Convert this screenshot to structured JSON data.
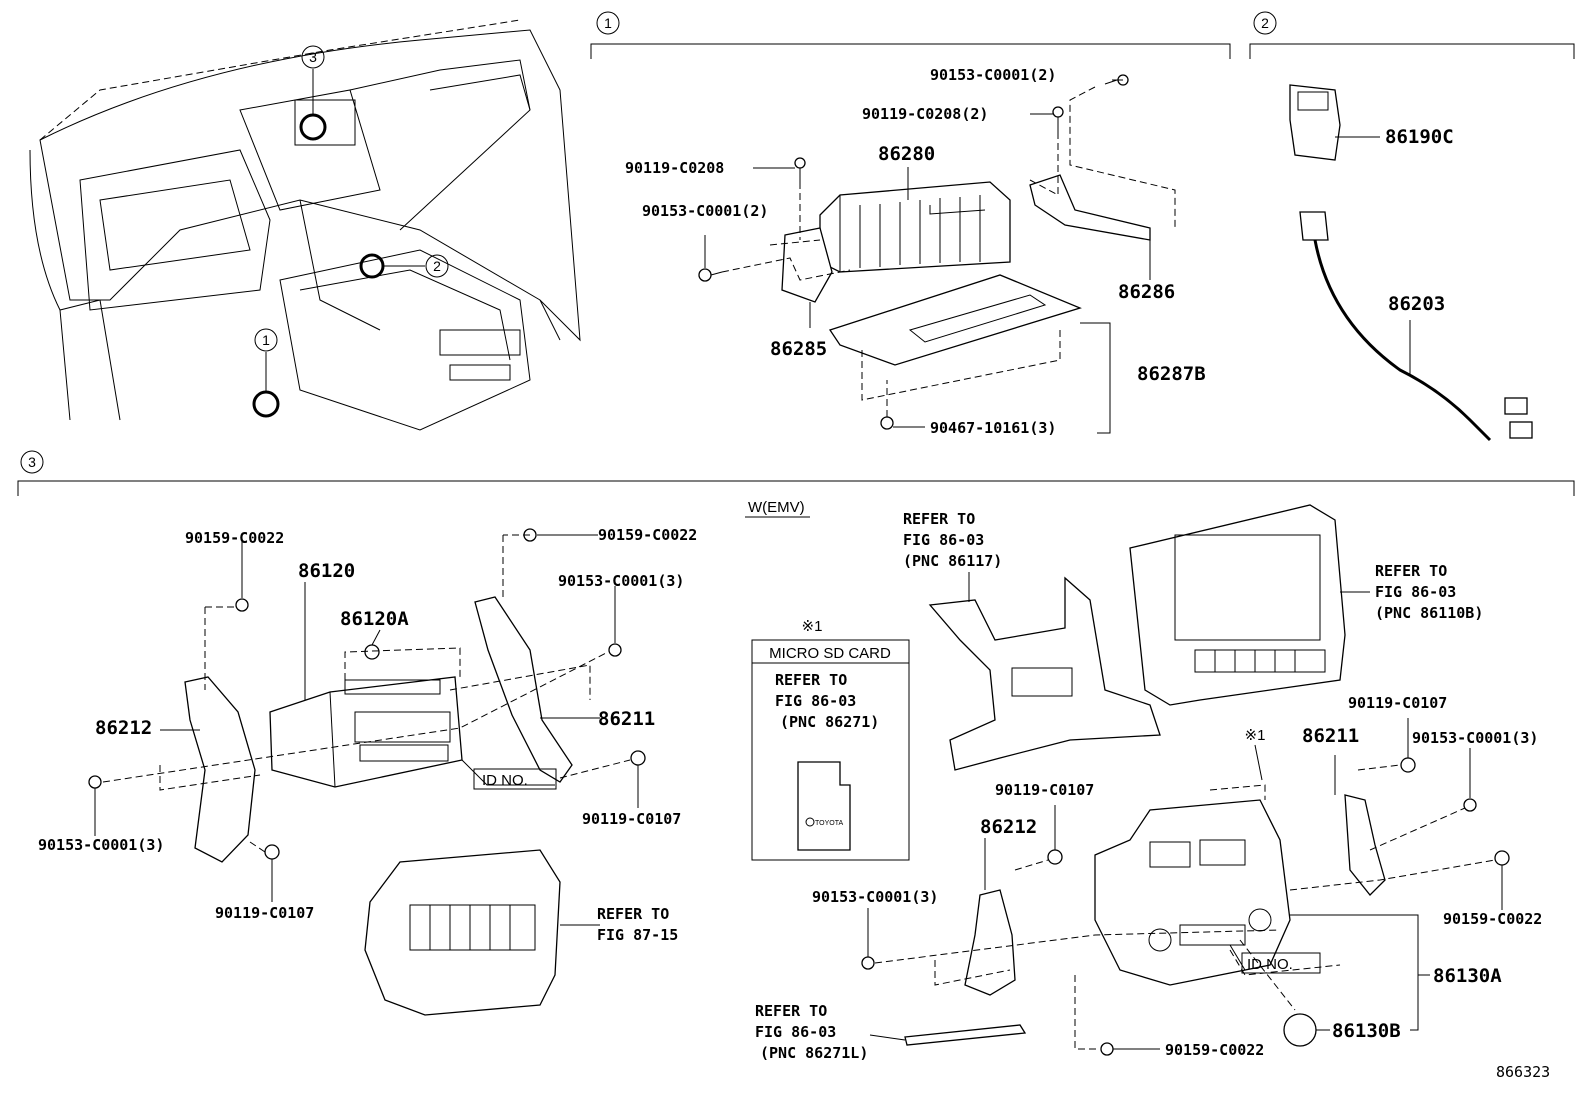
{
  "section_markers": {
    "s1": "1",
    "s2": "2",
    "s3": "3"
  },
  "part_numbers": {
    "p90153_c0001_2_top": "90153-C0001(2)",
    "p90119_c0208_2": "90119-C0208(2)",
    "p90119_c0208": "90119-C0208",
    "p86280": "86280",
    "p90153_c0001_2_left": "90153-C0001(2)",
    "p86286": "86286",
    "p86285": "86285",
    "p86287b": "86287B",
    "p90467_10161_3": "90467-10161(3)",
    "p86190c": "86190C",
    "p86203": "86203",
    "p90159_c0022_a": "90159-C0022",
    "p86120": "86120",
    "p86120a": "86120A",
    "p90159_c0022_b": "90159-C0022",
    "p90153_c0001_3_a": "90153-C0001(3)",
    "p86212_a": "86212",
    "p86211_a": "86211",
    "p90153_c0001_3_b": "90153-C0001(3)",
    "p90119_c0107_a": "90119-C0107",
    "p90119_c0107_b": "90119-C0107",
    "p90119_c0107_c": "90119-C0107",
    "p86211_b": "86211",
    "p90153_c0001_3_c": "90153-C0001(3)",
    "p86212_b": "86212",
    "p90119_c0107_d": "90119-C0107",
    "p90153_c0001_3_d": "90153-C0001(3)",
    "p90159_c0022_c": "90159-C0022",
    "p86130a": "86130A",
    "p86130b": "86130B",
    "p90159_c0022_d": "90159-C0022"
  },
  "notes": {
    "id_no_a": "ID NO.",
    "id_no_b": "ID NO.",
    "w_emv": "W(EMV)",
    "refer_to": "REFER TO",
    "fig_87_15": "FIG 87-15",
    "fig_86_03": "FIG 86-03",
    "pnc_86117": "(PNC 86117)",
    "pnc_86110b": "(PNC 86110B)",
    "pnc_86271": "(PNC 86271)",
    "pnc_86271l": "(PNC 86271L)",
    "ref_mark": "※1",
    "micro_sd_card": "MICRO SD CARD",
    "toyota": "TOYOTA",
    "diagram_id": "866323"
  }
}
